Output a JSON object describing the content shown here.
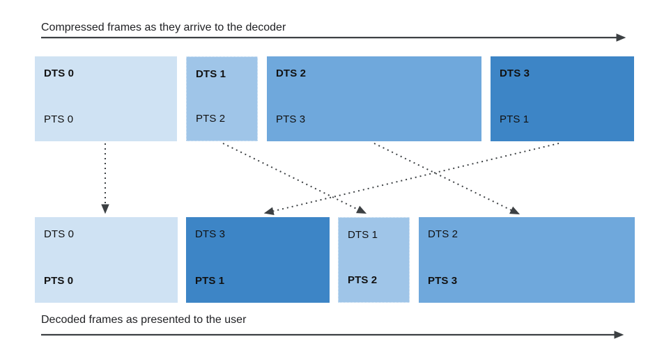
{
  "colors": {
    "frame_blue_lightest": "#CFE2F3",
    "frame_blue_light": "#9FC5E8",
    "frame_blue_medium": "#6FA8DC",
    "frame_blue_dark": "#3D85C6",
    "arrow_gray": "#3C4043",
    "text_dark": "#202124"
  },
  "top_axis": {
    "label": "Compressed frames as they arrive to the decoder"
  },
  "bottom_axis": {
    "label": "Decoded frames as presented to the user"
  },
  "top_row": {
    "frames": [
      {
        "dts": "DTS 0",
        "pts": "PTS 0"
      },
      {
        "dts": "DTS 1",
        "pts": "PTS 2"
      },
      {
        "dts": "DTS 2",
        "pts": "PTS 3"
      },
      {
        "dts": "DTS 3",
        "pts": "PTS 1"
      }
    ]
  },
  "bottom_row": {
    "frames": [
      {
        "dts": "DTS 0",
        "pts": "PTS 0"
      },
      {
        "dts": "DTS 3",
        "pts": "PTS 1"
      },
      {
        "dts": "DTS 1",
        "pts": "PTS 2"
      },
      {
        "dts": "DTS 2",
        "pts": "PTS 3"
      }
    ]
  }
}
